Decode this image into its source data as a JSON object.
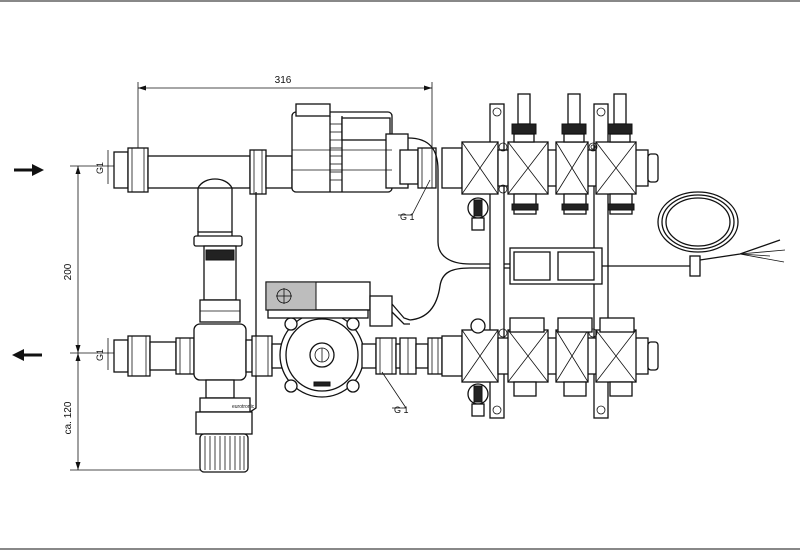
{
  "dimensions": {
    "width_top": "316",
    "height_mid": "200",
    "height_low": "ca. 120"
  },
  "threads": {
    "g1_left_top": "G1",
    "g1_left_bottom": "G1",
    "g1_callout_top": "G 1",
    "g1_callout_bottom": "G 1"
  },
  "valve_brand": "eurotronic",
  "flows": {
    "supply_arrow": "arrow-right-icon",
    "return_arrow": "arrow-left-icon"
  }
}
